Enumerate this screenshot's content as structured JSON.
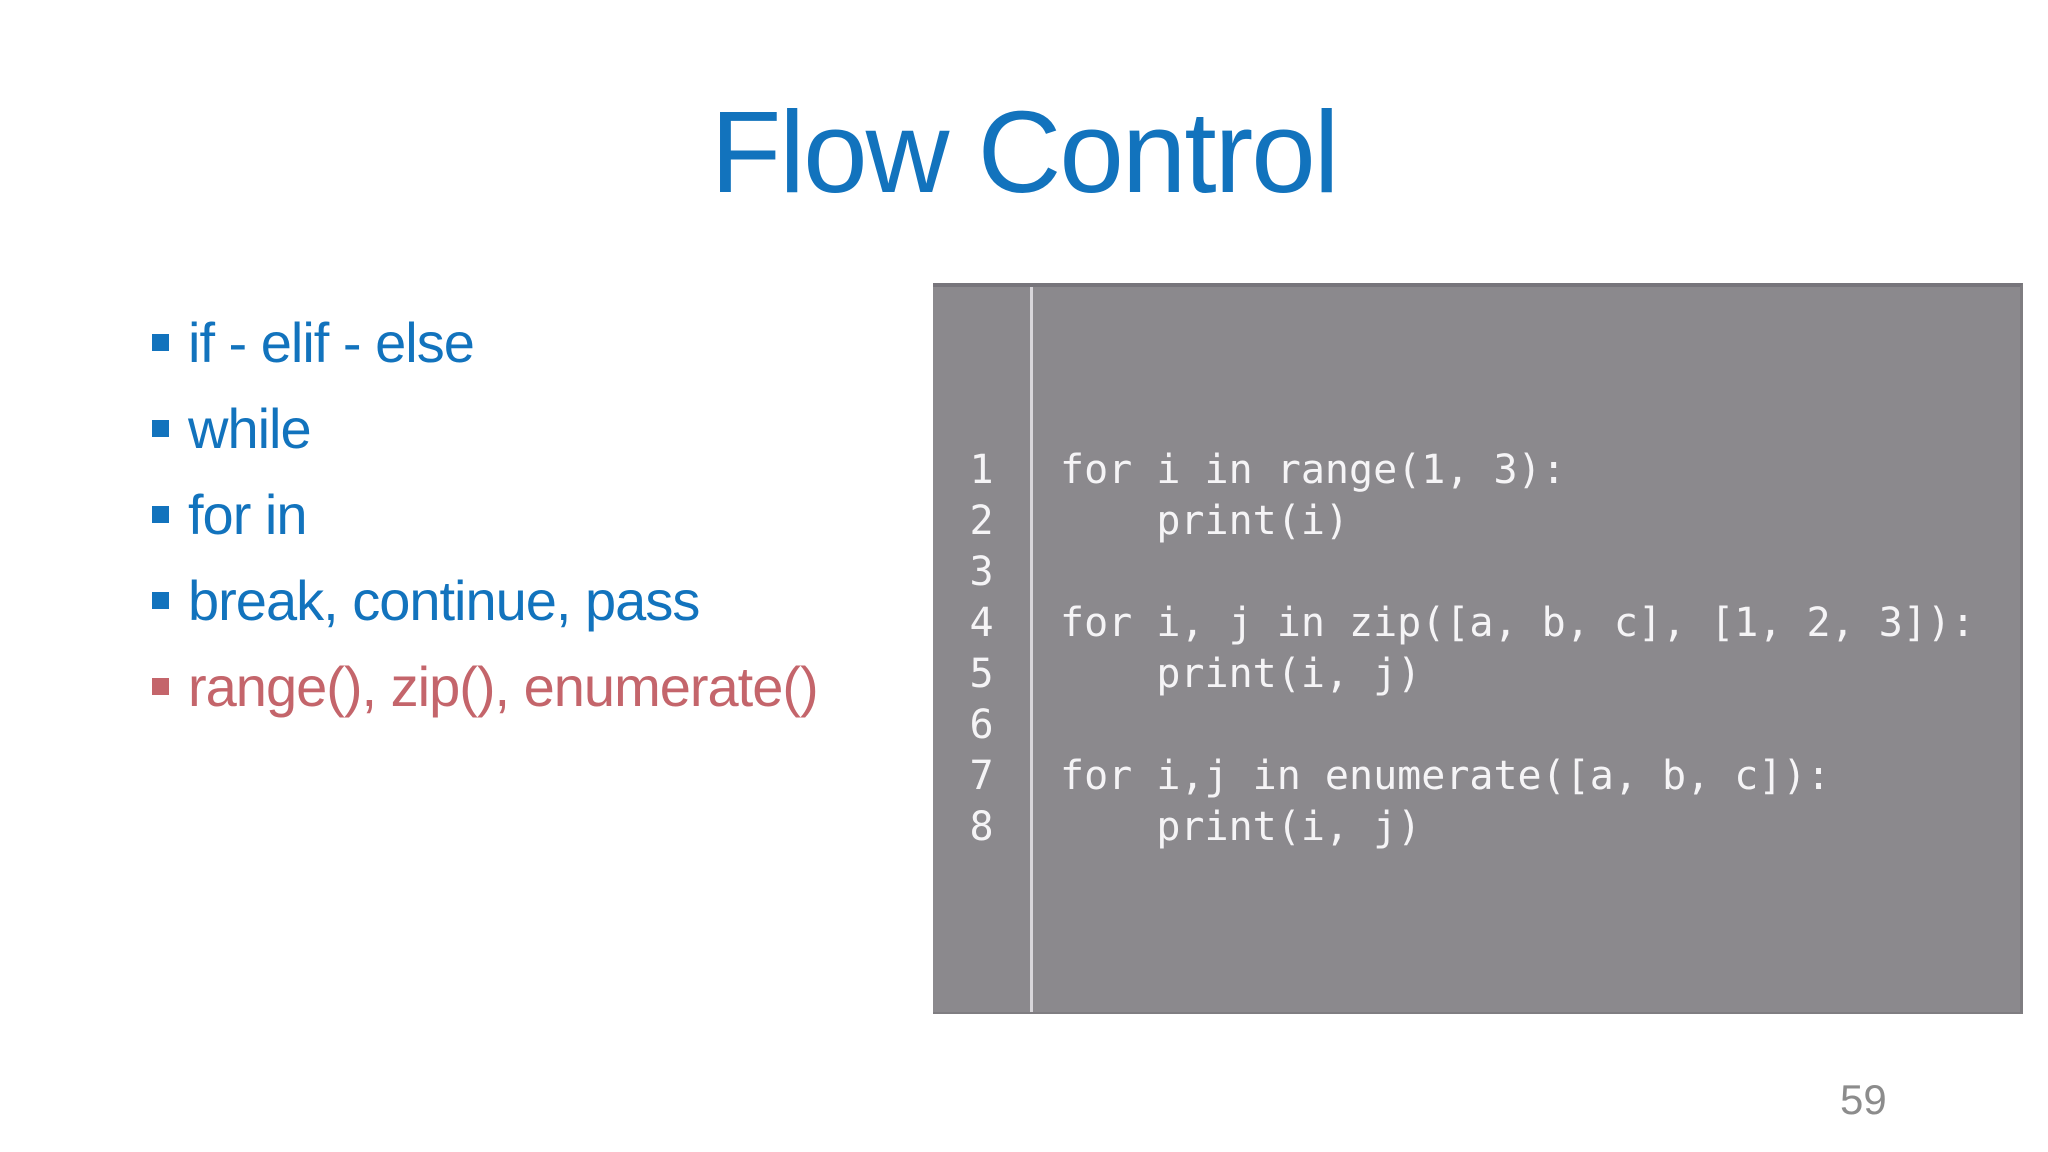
{
  "title": "Flow Control",
  "page_number": "59",
  "bullets": [
    {
      "label": "if - elif - else",
      "color": "#1273bd"
    },
    {
      "label": "while",
      "color": "#1273bd"
    },
    {
      "label": "for in",
      "color": "#1273bd"
    },
    {
      "label": "break, continue, pass",
      "color": "#1273bd"
    },
    {
      "label": "range(), zip(), enumerate()",
      "color": "#c4656b"
    }
  ],
  "code_panel": {
    "lines": [
      {
        "num": "1",
        "code": "for i in range(1, 3):"
      },
      {
        "num": "2",
        "code": "    print(i)"
      },
      {
        "num": "3",
        "code": ""
      },
      {
        "num": "4",
        "code": "for i, j in zip([a, b, c], [1, 2, 3]):"
      },
      {
        "num": "5",
        "code": "    print(i, j)"
      },
      {
        "num": "6",
        "code": ""
      },
      {
        "num": "7",
        "code": "for i,j in enumerate([a, b, c]):"
      },
      {
        "num": "8",
        "code": "    print(i, j)"
      }
    ]
  },
  "colors": {
    "accent_blue": "#1273bd",
    "accent_red": "#c4656b",
    "background": "#ffffff",
    "code_bg": "#8b898d",
    "code_border_top": "#77757b",
    "code_border_side": "#7f7d81",
    "code_separator": "#d8d6da",
    "code_text": "#f5f4f6",
    "page_gray": "#8c8c8c"
  }
}
